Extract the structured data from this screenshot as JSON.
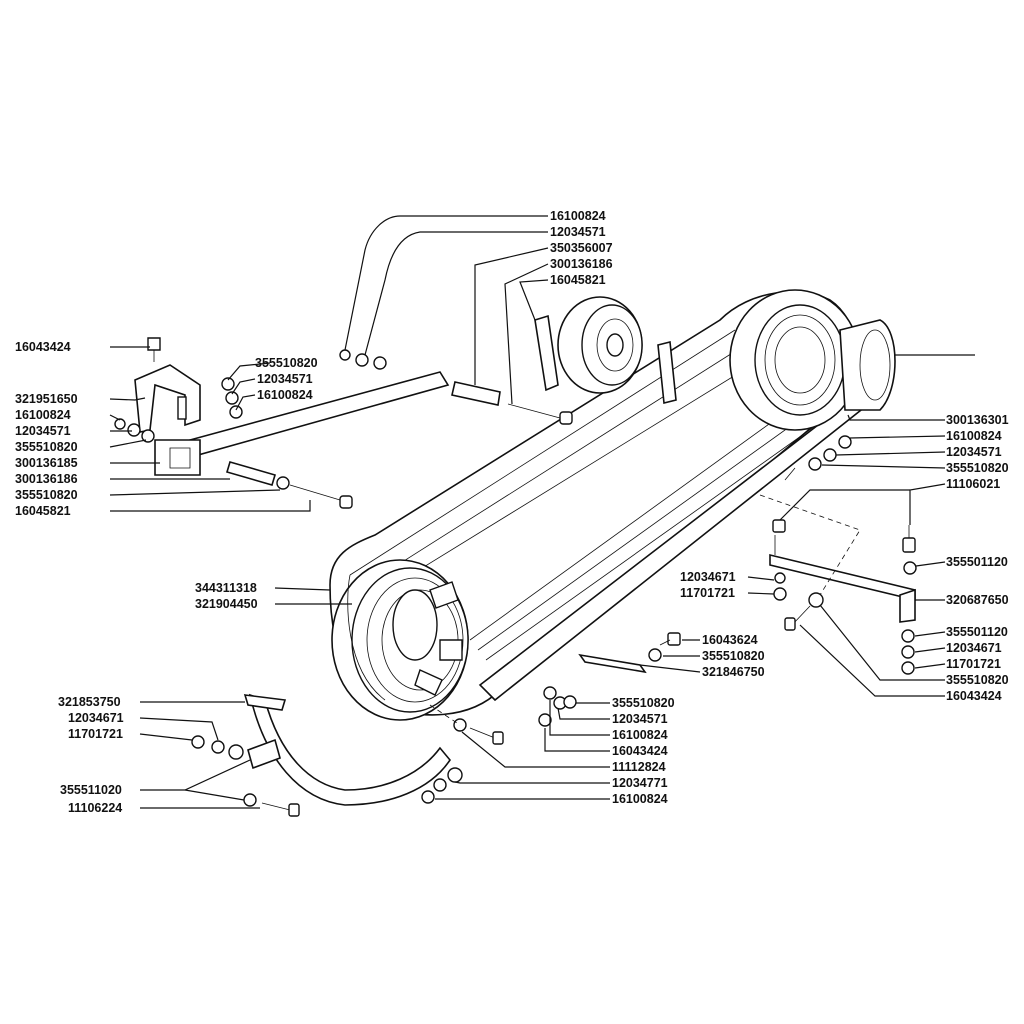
{
  "labels_top": [
    "16100824",
    "12034571",
    "350356007",
    "300136186",
    "16045821"
  ],
  "labels_left": [
    "16043424",
    "355510820",
    "12034571",
    "16100824",
    "321951650",
    "16100824",
    "12034571",
    "355510820",
    "300136185",
    "300136186",
    "355510820",
    "16045821"
  ],
  "labels_belt": [
    "344311318",
    "321904450"
  ],
  "labels_right": [
    "300136301",
    "16100824",
    "12034571",
    "355510820",
    "11106021",
    "355501120",
    "12034671",
    "11701721",
    "320687650",
    "355501120",
    "12034671",
    "11701721",
    "355510820",
    "16043424"
  ],
  "labels_bottom_center": [
    "16043624",
    "355510820",
    "321846750",
    "355510820",
    "12034571",
    "16100824",
    "16043424",
    "11112824",
    "12034771",
    "16100824"
  ],
  "labels_bottom_left": [
    "321853750",
    "12034671",
    "11701721",
    "355511020",
    "11106224"
  ]
}
